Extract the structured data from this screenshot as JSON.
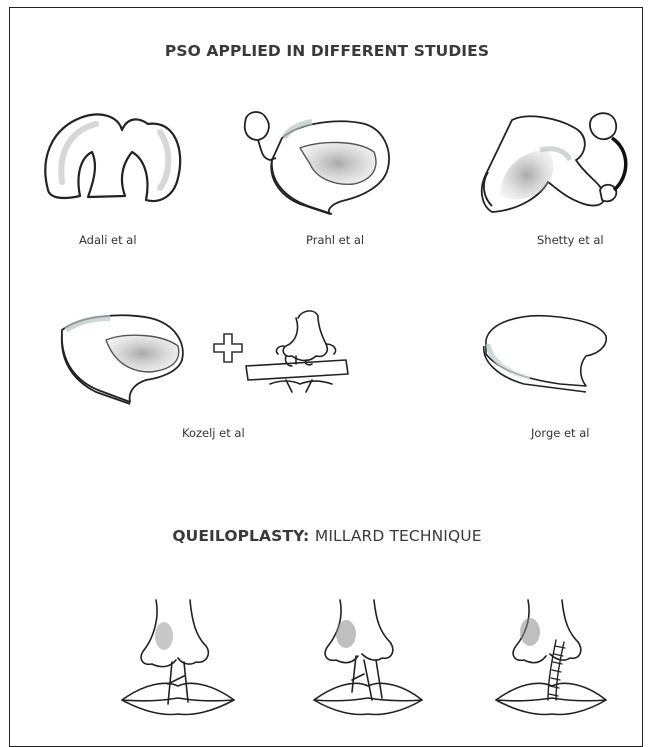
{
  "section1": {
    "title": "PSO APPLIED IN DIFFERENT STUDIES"
  },
  "captions": {
    "adali": "Adali et al",
    "prahl": "Prahl et al",
    "shetty": "Shetty et al",
    "kozelj": "Kozelj et al",
    "jorge": "Jorge et al"
  },
  "section2": {
    "title_main": "QUEILOPLASTY:",
    "title_rest": "MILLARD TECHNIQUE"
  },
  "icons": {
    "adali": "palatal-obturator-icon",
    "prahl": "plate-with-button-icon",
    "shetty": "plate-with-nasal-stent-icon",
    "kozelj": "plate-plus-tape-icon",
    "jorge": "simple-plate-icon",
    "millard": "nose-lip-stage-icon"
  }
}
